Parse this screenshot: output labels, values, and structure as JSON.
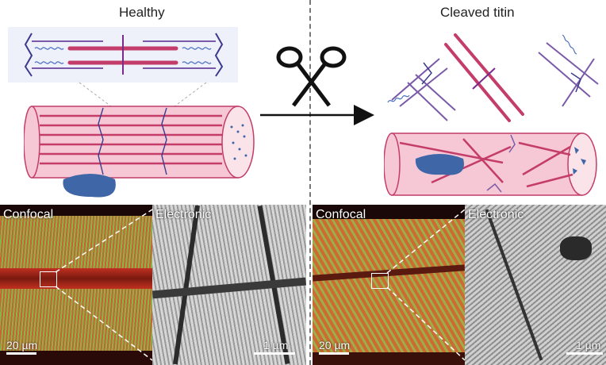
{
  "figure": {
    "left": {
      "title": "Healthy",
      "confocal_label": "Confocal",
      "electronic_label": "Electronic",
      "confocal_scale": "20 µm",
      "electronic_scale": "1 µm"
    },
    "right": {
      "title": "Cleaved titin",
      "confocal_label": "Confocal",
      "electronic_label": "Electronic",
      "confocal_scale": "20 µm",
      "electronic_scale": "1 µm"
    },
    "icons": [
      "scissors-icon",
      "arrow-right-icon"
    ],
    "colors": {
      "myosin": "#c43c6a",
      "actin": "#7a5aa8",
      "fiber": "#f6c8d6",
      "nucleus": "#3f67a8",
      "arrow": "#111111",
      "divider": "#777777"
    }
  }
}
